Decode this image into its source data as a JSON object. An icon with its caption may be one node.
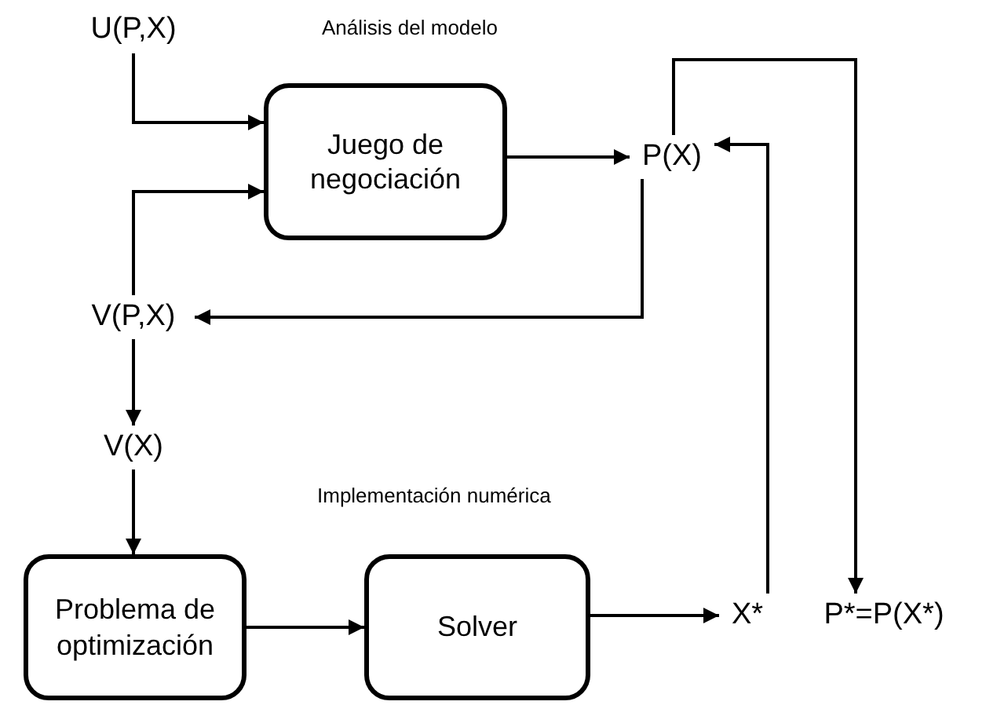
{
  "diagram": {
    "nodes": [
      {
        "text": [
          "U(P,X)"
        ]
      },
      {
        "text": [
          "Juego de negociación"
        ]
      },
      {
        "text": [
          "P(X)"
        ]
      },
      {
        "text": [
          "V(P,X)"
        ]
      },
      {
        "text": [
          "V(X)"
        ]
      },
      {
        "text": [
          "Problema de optimización"
        ]
      },
      {
        "text": [
          "Solver"
        ]
      },
      {
        "text": [
          "X*"
        ]
      },
      {
        "text": [
          "P*=P(X*)"
        ]
      }
    ],
    "edges": [
      {
        "from": 0,
        "to": 1,
        "arrow": "to"
      },
      {
        "from": 1,
        "to": 2,
        "arrow": "to"
      },
      {
        "from": 2,
        "to": 3,
        "arrow": "to"
      },
      {
        "from": 3,
        "to": 1,
        "arrow": "to"
      },
      {
        "from": 3,
        "to": 4,
        "arrow": "to"
      },
      {
        "from": 4,
        "to": 5,
        "arrow": "to"
      },
      {
        "from": 5,
        "to": 6,
        "arrow": "to"
      },
      {
        "from": 6,
        "to": 7,
        "arrow": "to"
      },
      {
        "from": 7,
        "to": 2,
        "arrow": "to"
      },
      {
        "from": 2,
        "to": 8,
        "arrow": "to"
      }
    ],
    "labels": [
      "Análisis del modelo",
      "Implementación numérica"
    ]
  }
}
